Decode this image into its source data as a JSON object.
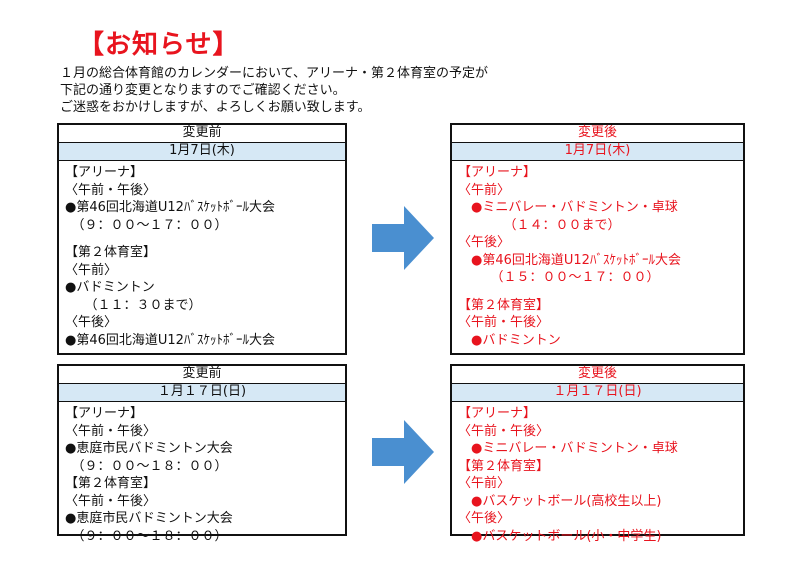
{
  "title": "【お知らせ】",
  "intro": [
    "１月の総合体育館のカレンダーにおいて、アリーナ・第２体育室の予定が",
    "下記の通り変更となりますのでご確認ください。",
    "ご迷惑をおかけしますが、よろしくお願い致します。"
  ],
  "colors": {
    "accent_red": "#e8141e",
    "header_blue": "#d6e8f5",
    "arrow_blue": "#4a8fd0"
  },
  "jan7": {
    "before": {
      "label": "変更前",
      "date": "1月7日(木)",
      "lines": [
        "【アリーナ】",
        "〈午前・午後〉",
        "●第46回北海道U12ﾊﾞｽｹｯﾄﾎﾞｰﾙ大会",
        "　（９：００～１７：００）",
        "",
        "【第２体育室】",
        "〈午前〉",
        "●バドミントン",
        "　　（１１：３０まで）",
        "〈午後〉",
        "●第46回北海道U12ﾊﾞｽｹｯﾄﾎﾞｰﾙ大会"
      ]
    },
    "after": {
      "label": "変更後",
      "date": "1月7日(木)",
      "lines": [
        "【アリーナ】",
        "〈午前〉",
        "　●ミニバレー・バドミントン・卓球",
        "　　　　（１４：００まで）",
        "〈午後〉",
        "　●第46回北海道U12ﾊﾞｽｹｯﾄﾎﾞｰﾙ大会",
        "　　　（１５：００～１７：００）",
        "",
        "【第２体育室】",
        "〈午前・午後〉",
        "　●バドミントン"
      ]
    }
  },
  "jan17": {
    "before": {
      "label": "変更前",
      "date": "１月１７日(日)",
      "lines": [
        "【アリーナ】",
        "〈午前・午後〉",
        "●恵庭市民バドミントン大会",
        "　（９：００～１８：００）",
        "【第２体育室】",
        "〈午前・午後〉",
        "●恵庭市民バドミントン大会",
        "　（９：００～１８：００）"
      ]
    },
    "after": {
      "label": "変更後",
      "date": "１月１７日(日)",
      "lines": [
        "【アリーナ】",
        "〈午前・午後〉",
        "　●ミニバレー・バドミントン・卓球",
        "【第２体育室】",
        "〈午前〉",
        "　●バスケットボール(高校生以上)",
        "〈午後〉",
        "　●バスケットボール(小・中学生)"
      ]
    }
  }
}
